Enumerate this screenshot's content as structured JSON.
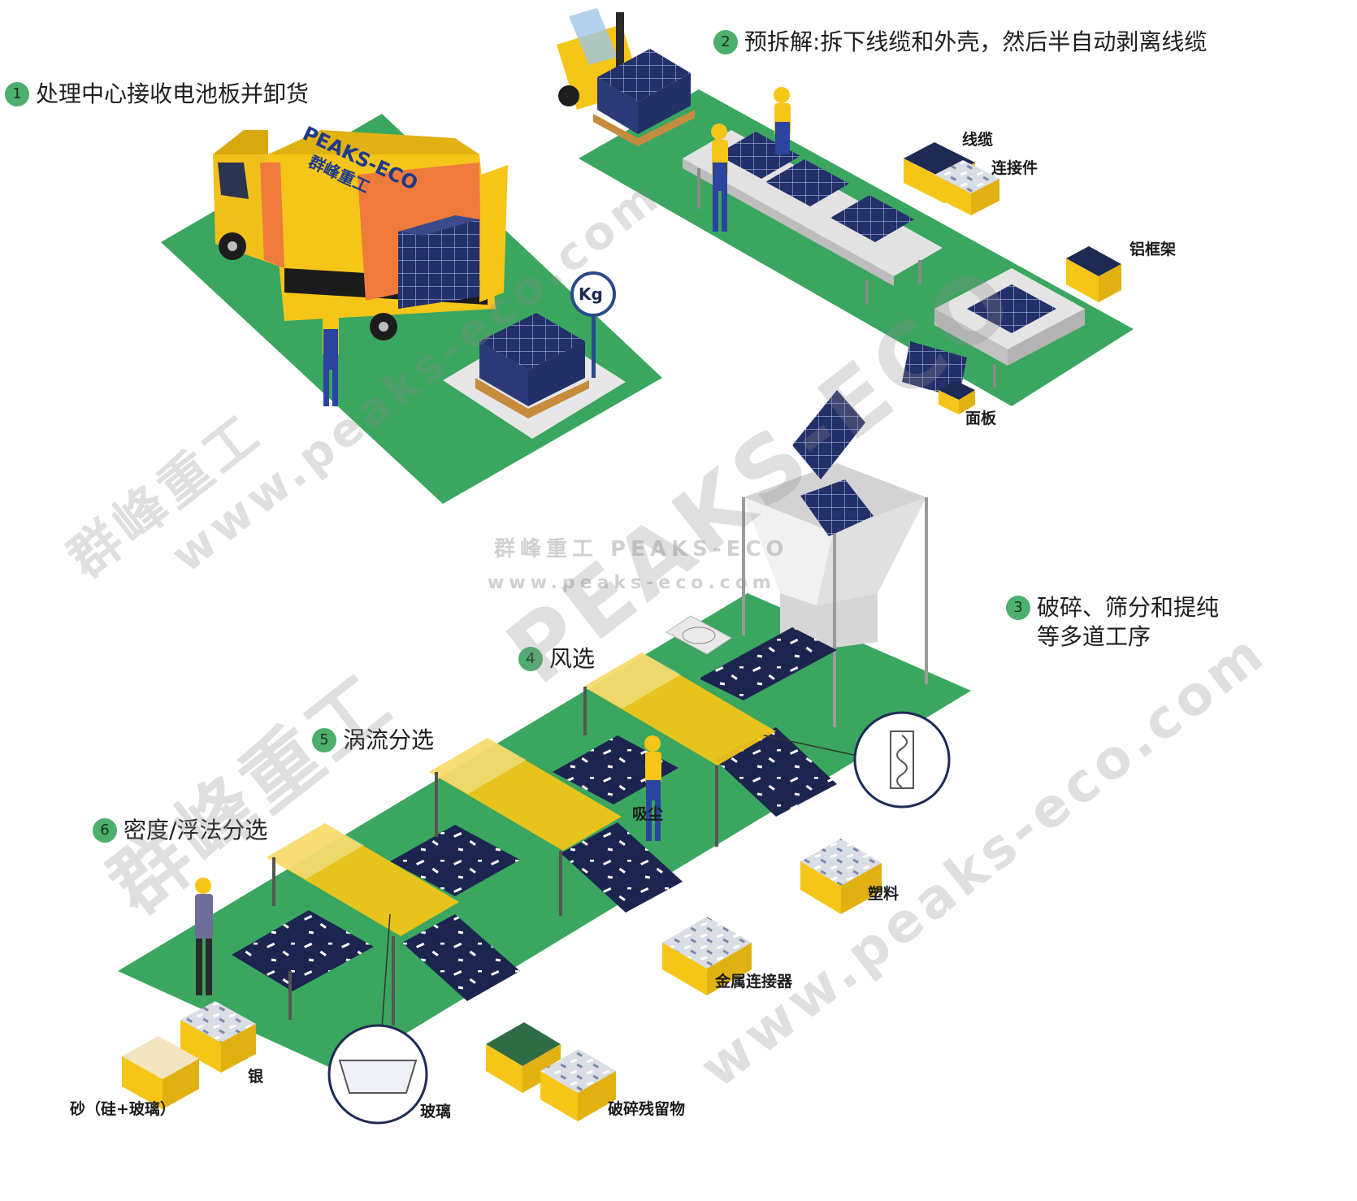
{
  "steps": [
    {
      "num": "1",
      "text": "处理中心接收电池板并卸货"
    },
    {
      "num": "2",
      "text": "预拆解:拆下线缆和外壳，然后半自动剥离线缆"
    },
    {
      "num": "3",
      "line1": "破碎、筛分和提纯",
      "line2": "等多道工序"
    },
    {
      "num": "4",
      "text": "风选"
    },
    {
      "num": "5",
      "text": "涡流分选"
    },
    {
      "num": "6",
      "text": "密度/浮法分选"
    }
  ],
  "truck": {
    "brand": "PEAKS-ECO",
    "brand_cn": "群峰重工"
  },
  "scale_label": "Kg",
  "labels": {
    "cable": "线缆",
    "connector": "连接件",
    "aluminum_frame": "铝框架",
    "panel": "面板",
    "dust": "吸尘",
    "plastic": "塑料",
    "metal_connector": "金属连接器",
    "silver": "银",
    "sand": "砂（硅+玻璃）",
    "glass": "玻璃",
    "residue": "破碎残留物"
  },
  "watermark": {
    "cn": "群峰重工",
    "brand": "PEAKS-ECO",
    "url": "www.peaks-eco.com",
    "center_line1": "群峰重工 PEAKS-ECO",
    "center_line2": "www.peaks-eco.com"
  },
  "colors": {
    "floor_green": "#3aa65f",
    "yellow": "#f5c518",
    "navy": "#1e2a55",
    "badge_green": "#4caf6d"
  }
}
